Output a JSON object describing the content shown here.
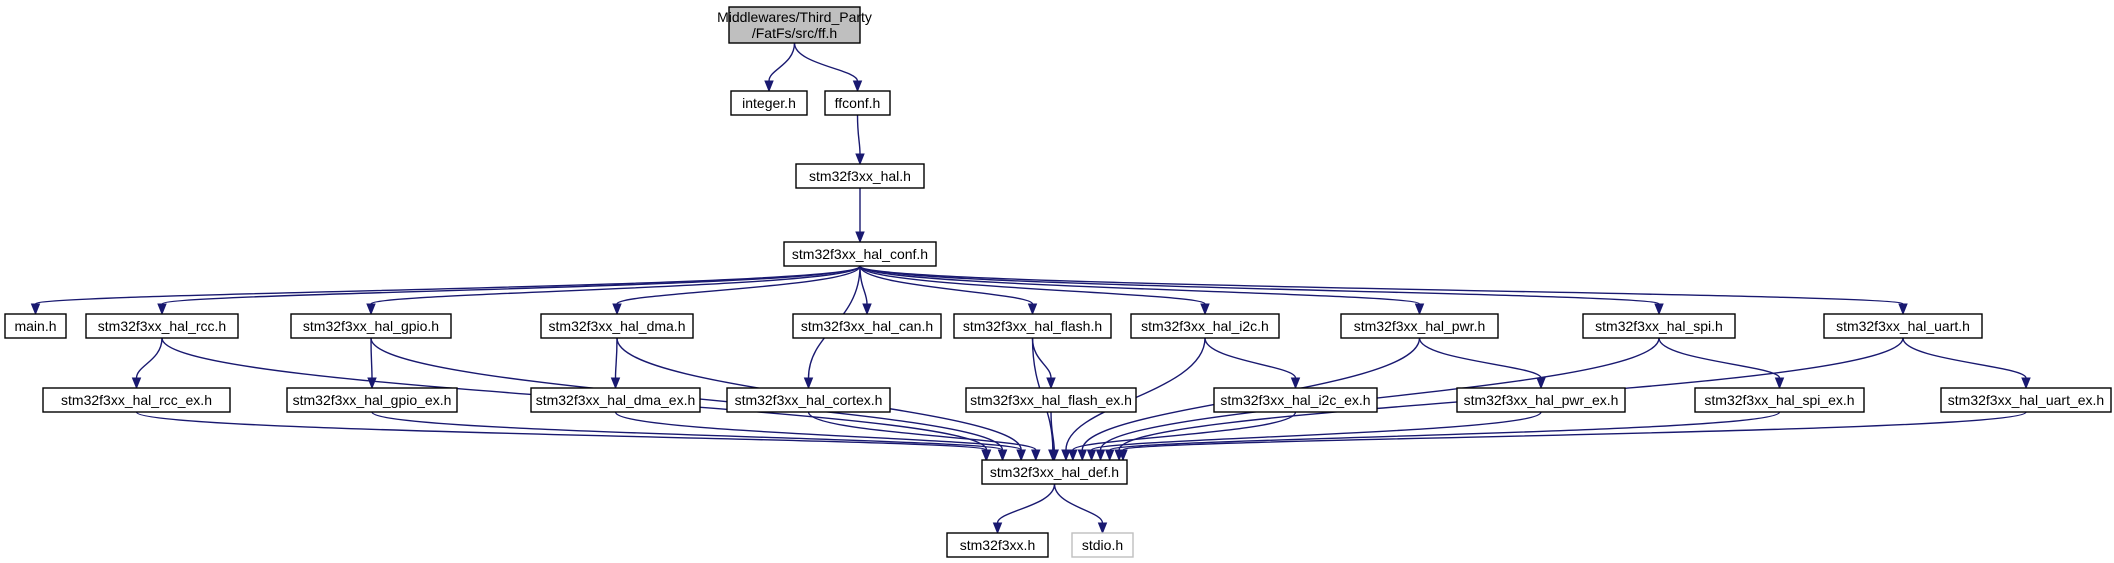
{
  "diagram": {
    "colors": {
      "edge": "#191970",
      "root_fill": "#bfbfbf",
      "node_fill": "#ffffff",
      "node_border": "#000000",
      "external_border": "#bfbfbf"
    },
    "nodes": [
      {
        "id": "ff",
        "lines": [
          "Middlewares/Third_Party",
          "/FatFs/src/ff.h"
        ],
        "kind": "root"
      },
      {
        "id": "integer",
        "lines": [
          "integer.h"
        ]
      },
      {
        "id": "ffconf",
        "lines": [
          "ffconf.h"
        ]
      },
      {
        "id": "hal",
        "lines": [
          "stm32f3xx_hal.h"
        ]
      },
      {
        "id": "hal_conf",
        "lines": [
          "stm32f3xx_hal_conf.h"
        ]
      },
      {
        "id": "main",
        "lines": [
          "main.h"
        ]
      },
      {
        "id": "rcc",
        "lines": [
          "stm32f3xx_hal_rcc.h"
        ]
      },
      {
        "id": "gpio",
        "lines": [
          "stm32f3xx_hal_gpio.h"
        ]
      },
      {
        "id": "dma",
        "lines": [
          "stm32f3xx_hal_dma.h"
        ]
      },
      {
        "id": "can",
        "lines": [
          "stm32f3xx_hal_can.h"
        ]
      },
      {
        "id": "flash",
        "lines": [
          "stm32f3xx_hal_flash.h"
        ]
      },
      {
        "id": "i2c",
        "lines": [
          "stm32f3xx_hal_i2c.h"
        ]
      },
      {
        "id": "pwr",
        "lines": [
          "stm32f3xx_hal_pwr.h"
        ]
      },
      {
        "id": "spi",
        "lines": [
          "stm32f3xx_hal_spi.h"
        ]
      },
      {
        "id": "uart",
        "lines": [
          "stm32f3xx_hal_uart.h"
        ]
      },
      {
        "id": "rcc_ex",
        "lines": [
          "stm32f3xx_hal_rcc_ex.h"
        ]
      },
      {
        "id": "gpio_ex",
        "lines": [
          "stm32f3xx_hal_gpio_ex.h"
        ]
      },
      {
        "id": "dma_ex",
        "lines": [
          "stm32f3xx_hal_dma_ex.h"
        ]
      },
      {
        "id": "cortex",
        "lines": [
          "stm32f3xx_hal_cortex.h"
        ]
      },
      {
        "id": "flash_ex",
        "lines": [
          "stm32f3xx_hal_flash_ex.h"
        ]
      },
      {
        "id": "i2c_ex",
        "lines": [
          "stm32f3xx_hal_i2c_ex.h"
        ]
      },
      {
        "id": "pwr_ex",
        "lines": [
          "stm32f3xx_hal_pwr_ex.h"
        ]
      },
      {
        "id": "spi_ex",
        "lines": [
          "stm32f3xx_hal_spi_ex.h"
        ]
      },
      {
        "id": "uart_ex",
        "lines": [
          "stm32f3xx_hal_uart_ex.h"
        ]
      },
      {
        "id": "hal_def",
        "lines": [
          "stm32f3xx_hal_def.h"
        ]
      },
      {
        "id": "stm32f3xx",
        "lines": [
          "stm32f3xx.h"
        ]
      },
      {
        "id": "stdio",
        "lines": [
          "stdio.h"
        ],
        "kind": "external"
      }
    ],
    "edges": [
      [
        "ff",
        "integer"
      ],
      [
        "ff",
        "ffconf"
      ],
      [
        "ffconf",
        "hal"
      ],
      [
        "hal",
        "hal_conf"
      ],
      [
        "hal_conf",
        "main"
      ],
      [
        "hal_conf",
        "rcc"
      ],
      [
        "hal_conf",
        "gpio"
      ],
      [
        "hal_conf",
        "dma"
      ],
      [
        "hal_conf",
        "cortex"
      ],
      [
        "hal_conf",
        "can"
      ],
      [
        "hal_conf",
        "flash"
      ],
      [
        "hal_conf",
        "i2c"
      ],
      [
        "hal_conf",
        "pwr"
      ],
      [
        "hal_conf",
        "spi"
      ],
      [
        "hal_conf",
        "uart"
      ],
      [
        "rcc",
        "rcc_ex"
      ],
      [
        "gpio",
        "gpio_ex"
      ],
      [
        "dma",
        "dma_ex"
      ],
      [
        "flash",
        "flash_ex"
      ],
      [
        "i2c",
        "i2c_ex"
      ],
      [
        "pwr",
        "pwr_ex"
      ],
      [
        "spi",
        "spi_ex"
      ],
      [
        "uart",
        "uart_ex"
      ],
      [
        "rcc",
        "hal_def"
      ],
      [
        "rcc_ex",
        "hal_def"
      ],
      [
        "gpio",
        "hal_def"
      ],
      [
        "gpio_ex",
        "hal_def"
      ],
      [
        "dma",
        "hal_def"
      ],
      [
        "dma_ex",
        "hal_def"
      ],
      [
        "cortex",
        "hal_def"
      ],
      [
        "flash",
        "hal_def"
      ],
      [
        "flash_ex",
        "hal_def"
      ],
      [
        "i2c",
        "hal_def"
      ],
      [
        "i2c_ex",
        "hal_def"
      ],
      [
        "pwr",
        "hal_def"
      ],
      [
        "pwr_ex",
        "hal_def"
      ],
      [
        "spi",
        "hal_def"
      ],
      [
        "spi_ex",
        "hal_def"
      ],
      [
        "uart",
        "hal_def"
      ],
      [
        "uart_ex",
        "hal_def"
      ],
      [
        "hal_def",
        "stm32f3xx"
      ],
      [
        "hal_def",
        "stdio"
      ]
    ]
  }
}
